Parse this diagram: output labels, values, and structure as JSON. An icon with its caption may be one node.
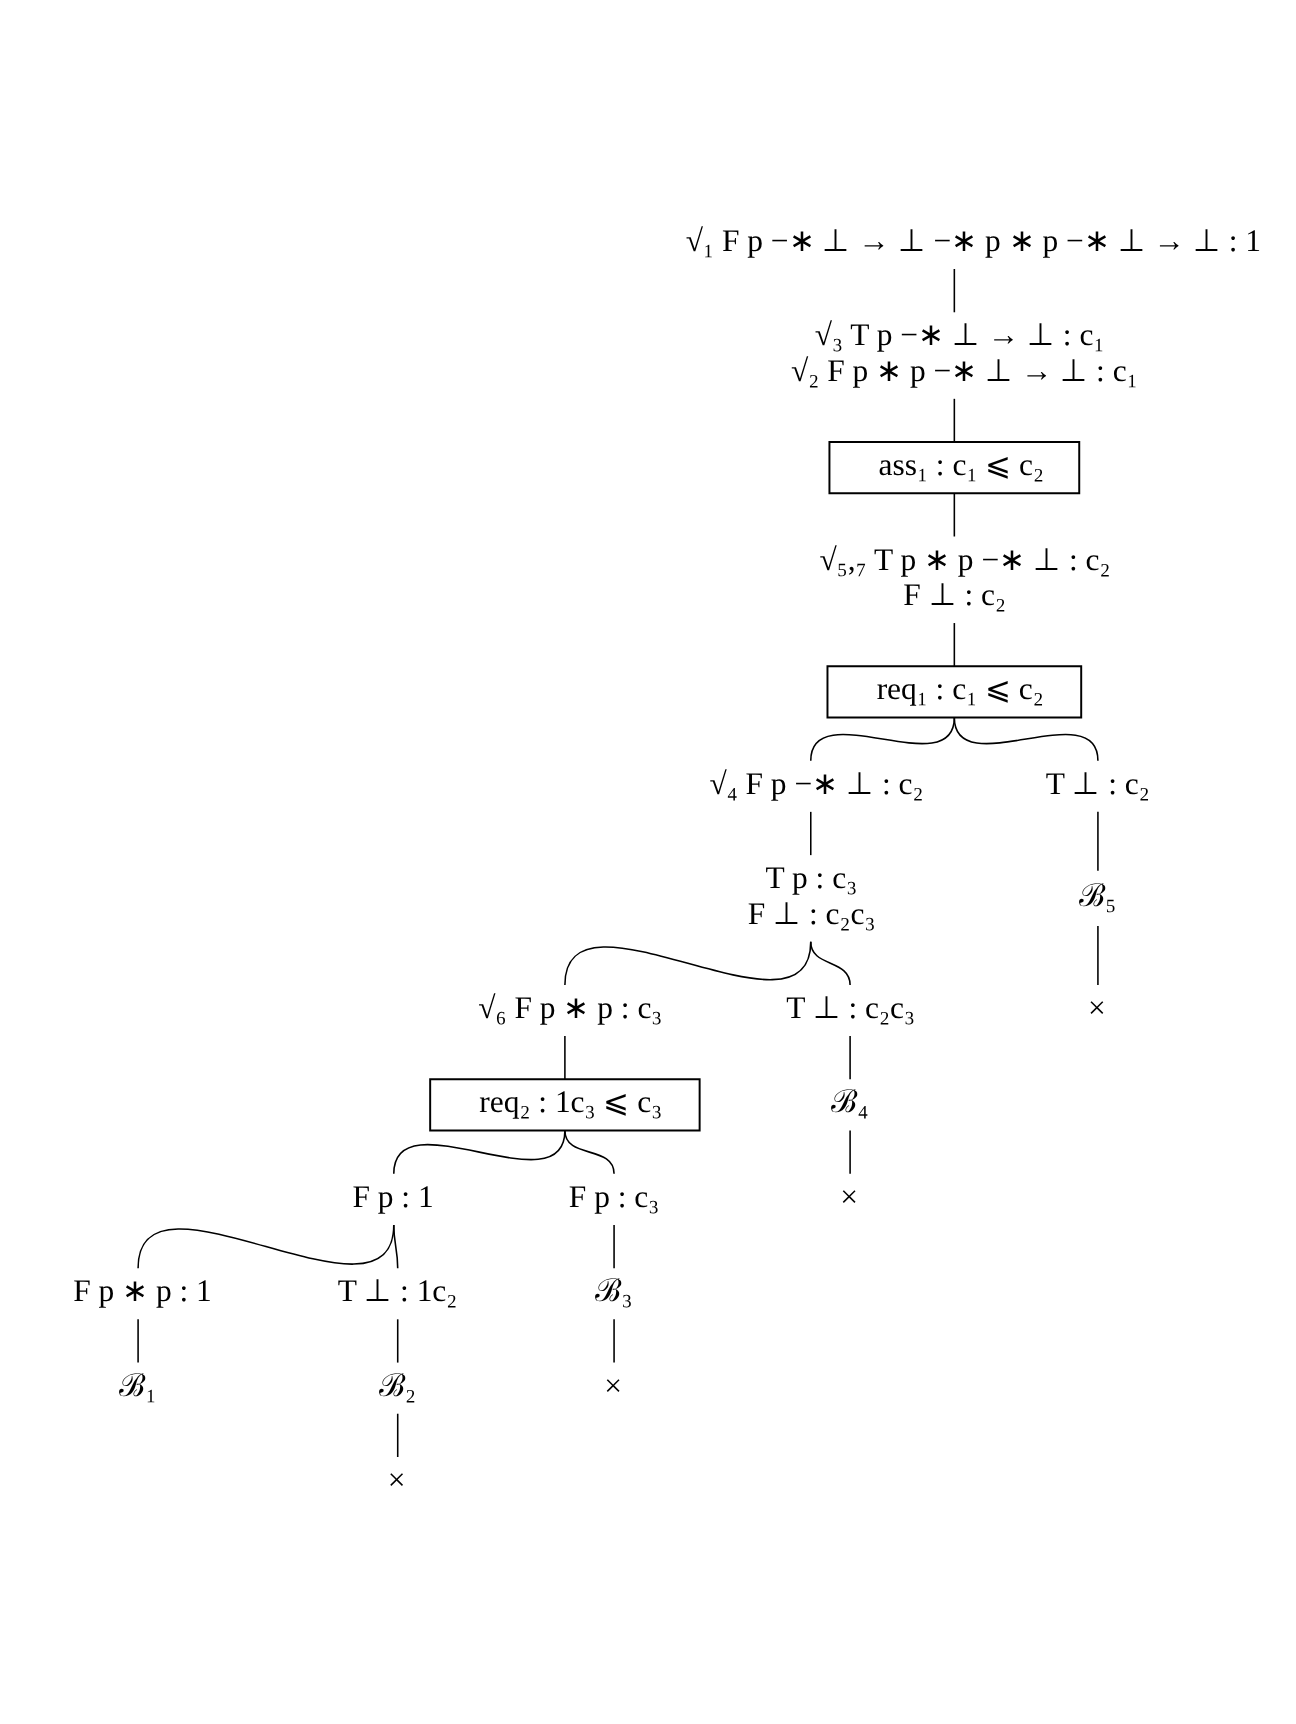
{
  "diagram": {
    "nodes": [
      {
        "text": [
          "√₁ F p −∗ ⊥ → ⊥ −∗ p ∗ p −∗ ⊥ → ⊥ : 1"
        ]
      },
      {
        "text": [
          "√₃ T p −∗ ⊥ → ⊥ : c₁",
          "√₂ F p ∗ p −∗ ⊥ → ⊥ : c₁"
        ]
      },
      {
        "text": [
          "ass₁ : c₁ ⩽ c₂"
        ]
      },
      {
        "text": [
          "√₅,₇ T p ∗ p −∗ ⊥ : c₂",
          "F ⊥ : c₂"
        ]
      },
      {
        "text": [
          "req₁ : c₁ ⩽ c₂"
        ]
      },
      {
        "text": [
          "√₄ F p −∗ ⊥ : c₂"
        ]
      },
      {
        "text": [
          "T ⊥ : c₂"
        ]
      },
      {
        "text": [
          "T p : c₃",
          "F ⊥ : c₂c₃"
        ]
      },
      {
        "text": [
          "ℬ₅"
        ]
      },
      {
        "text": [
          "×"
        ]
      },
      {
        "text": [
          "√₆ F p ∗ p : c₃"
        ]
      },
      {
        "text": [
          "T ⊥ : c₂c₃"
        ]
      },
      {
        "text": [
          "req₂ : 1c₃ ⩽ c₃"
        ]
      },
      {
        "text": [
          "ℬ₄"
        ]
      },
      {
        "text": [
          "×"
        ]
      },
      {
        "text": [
          "F p : 1"
        ]
      },
      {
        "text": [
          "F p : c₃"
        ]
      },
      {
        "text": [
          "F p ∗ p : 1"
        ]
      },
      {
        "text": [
          "T ⊥ : 1c₂"
        ]
      },
      {
        "text": [
          "ℬ₃"
        ]
      },
      {
        "text": [
          "ℬ₁"
        ]
      },
      {
        "text": [
          "ℬ₂"
        ]
      },
      {
        "text": [
          "×"
        ]
      },
      {
        "text": [
          "×"
        ]
      }
    ],
    "edges": [
      {
        "from": 0,
        "to": 1,
        "arrow": "none"
      },
      {
        "from": 1,
        "to": 2,
        "arrow": "none"
      },
      {
        "from": 2,
        "to": 3,
        "arrow": "none"
      },
      {
        "from": 3,
        "to": 4,
        "arrow": "none"
      },
      {
        "from": 4,
        "to": 5,
        "arrow": "none"
      },
      {
        "from": 4,
        "to": 6,
        "arrow": "none"
      },
      {
        "from": 5,
        "to": 7,
        "arrow": "none"
      },
      {
        "from": 6,
        "to": 8,
        "arrow": "none"
      },
      {
        "from": 8,
        "to": 9,
        "arrow": "none"
      },
      {
        "from": 7,
        "to": 10,
        "arrow": "none"
      },
      {
        "from": 7,
        "to": 11,
        "arrow": "none"
      },
      {
        "from": 10,
        "to": 12,
        "arrow": "none"
      },
      {
        "from": 11,
        "to": 13,
        "arrow": "none"
      },
      {
        "from": 13,
        "to": 14,
        "arrow": "none"
      },
      {
        "from": 12,
        "to": 15,
        "arrow": "none"
      },
      {
        "from": 12,
        "to": 16,
        "arrow": "none"
      },
      {
        "from": 15,
        "to": 17,
        "arrow": "none"
      },
      {
        "from": 15,
        "to": 18,
        "arrow": "none"
      },
      {
        "from": 16,
        "to": 19,
        "arrow": "none"
      },
      {
        "from": 17,
        "to": 20,
        "arrow": "none"
      },
      {
        "from": 18,
        "to": 21,
        "arrow": "none"
      },
      {
        "from": 19,
        "to": 22,
        "arrow": "none"
      },
      {
        "from": 21,
        "to": 23,
        "arrow": "none"
      }
    ]
  }
}
